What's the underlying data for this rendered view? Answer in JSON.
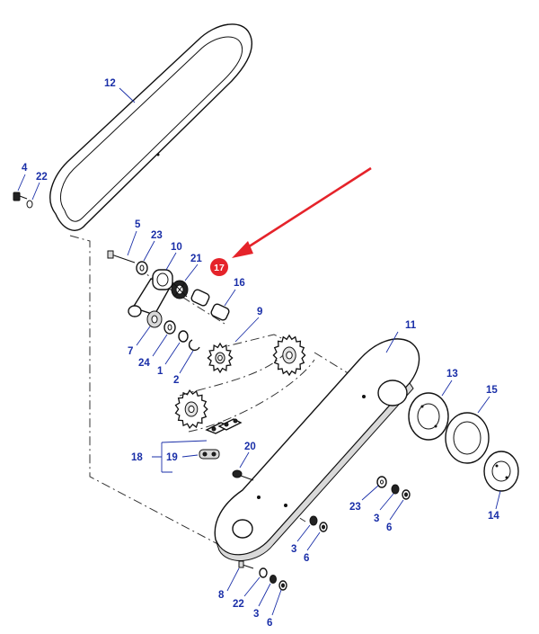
{
  "callouts": {
    "c1": "1",
    "c2": "2",
    "c3a": "3",
    "c3b": "3",
    "c3c": "3",
    "c4": "4",
    "c5": "5",
    "c6a": "6",
    "c6b": "6",
    "c6c": "6",
    "c7": "7",
    "c8": "8",
    "c9": "9",
    "c10": "10",
    "c11": "11",
    "c12": "12",
    "c13": "13",
    "c14": "14",
    "c15": "15",
    "c16": "16",
    "c18": "18",
    "c19": "19",
    "c20": "20",
    "c21": "21",
    "c22a": "22",
    "c22b": "22",
    "c23a": "23",
    "c23b": "23",
    "c24": "24"
  },
  "highlight": {
    "label": "17",
    "color": "#e5232a"
  },
  "colors": {
    "callout": "#1a2fa8",
    "line": "#111111"
  }
}
